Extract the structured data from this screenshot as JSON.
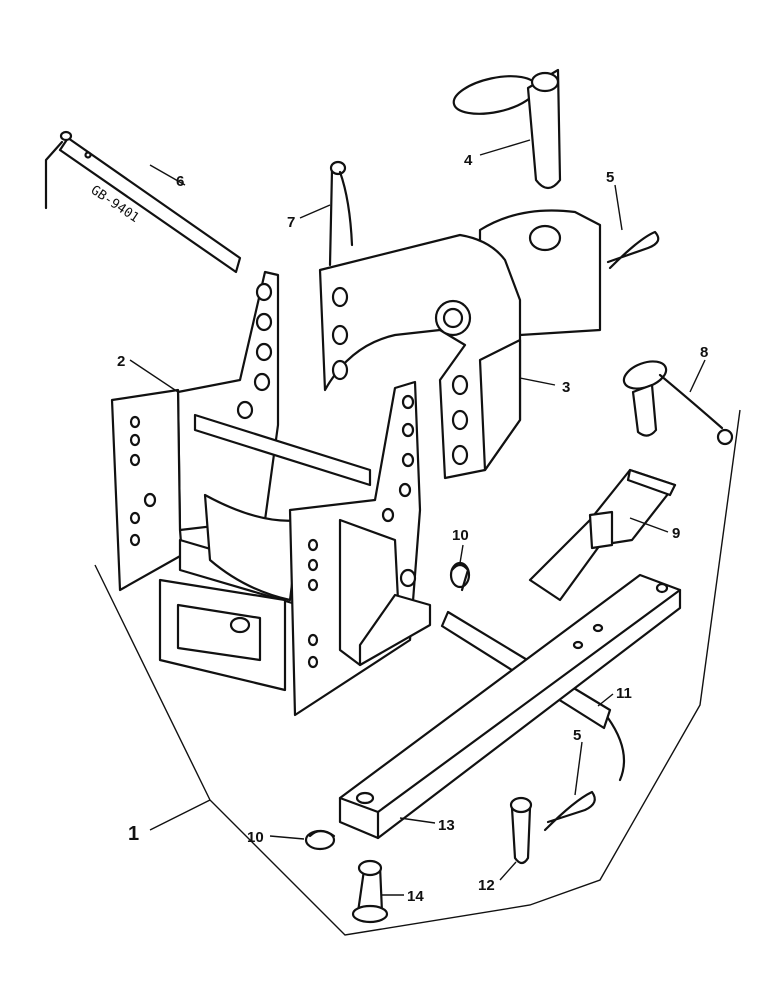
{
  "diagram": {
    "callouts": {
      "c1": "1",
      "c2": "2",
      "c3": "3",
      "c4": "4",
      "c5a": "5",
      "c5b": "5",
      "c6": "6",
      "c7": "7",
      "c8": "8",
      "c9": "9",
      "c10a": "10",
      "c10b": "10",
      "c11": "11",
      "c12": "12",
      "c13": "13",
      "c14": "14"
    },
    "pin_marking": "GB-9401"
  }
}
